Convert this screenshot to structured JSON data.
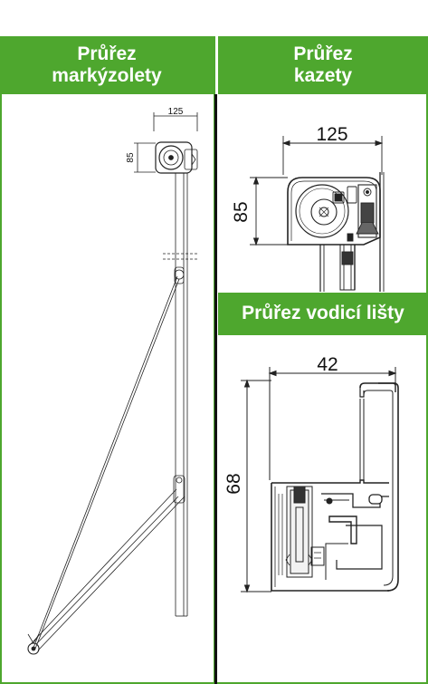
{
  "panels": {
    "awning": {
      "title_line1": "Průřez",
      "title_line2": "markýzolety",
      "dim_width": "125",
      "dim_height": "85"
    },
    "cassette": {
      "title_line1": "Průřez",
      "title_line2": "kazety",
      "dim_width": "125",
      "dim_height": "85"
    },
    "guide_rail": {
      "title": "Průřez vodicí lišty",
      "dim_width": "42",
      "dim_height": "68"
    }
  },
  "colors": {
    "header_green": "#4ea72e",
    "border_green": "#4ea72e",
    "line": "#222222"
  }
}
